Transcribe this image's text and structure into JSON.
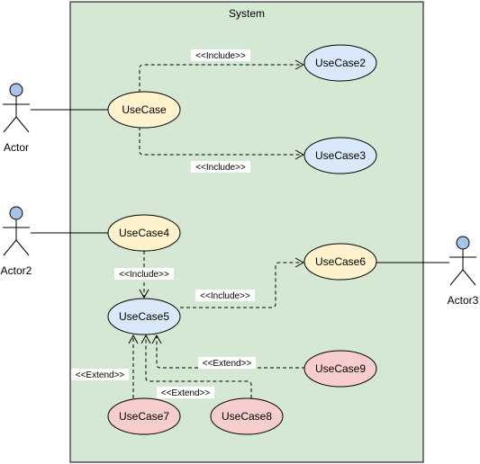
{
  "system": {
    "title": "System",
    "fill": "#d5e8d4",
    "stroke": "#000000"
  },
  "colors": {
    "yellow_fill": "#fff2cc",
    "yellow_stroke": "#000000",
    "blue_fill": "#dae8fc",
    "blue_stroke": "#000000",
    "red_fill": "#f8cecc",
    "red_stroke": "#000000",
    "actor_head": "#a9c4eb"
  },
  "actors": [
    {
      "id": "actor1",
      "label": "Actor"
    },
    {
      "id": "actor2",
      "label": "Actor2"
    },
    {
      "id": "actor3",
      "label": "Actor3"
    }
  ],
  "use_cases": [
    {
      "id": "uc1",
      "label": "UseCase",
      "color": "yellow"
    },
    {
      "id": "uc2",
      "label": "UseCase2",
      "color": "blue"
    },
    {
      "id": "uc3",
      "label": "UseCase3",
      "color": "blue"
    },
    {
      "id": "uc4",
      "label": "UseCase4",
      "color": "yellow"
    },
    {
      "id": "uc5",
      "label": "UseCase5",
      "color": "blue"
    },
    {
      "id": "uc6",
      "label": "UseCase6",
      "color": "yellow"
    },
    {
      "id": "uc7",
      "label": "UseCase7",
      "color": "red"
    },
    {
      "id": "uc8",
      "label": "UseCase8",
      "color": "red"
    },
    {
      "id": "uc9",
      "label": "UseCase9",
      "color": "red"
    }
  ],
  "relations": [
    {
      "id": "r1",
      "from": "uc1",
      "to": "uc2",
      "label": "<<Include>>"
    },
    {
      "id": "r2",
      "from": "uc1",
      "to": "uc3",
      "label": "<<Include>>"
    },
    {
      "id": "r3",
      "from": "uc4",
      "to": "uc5",
      "label": "<<Include>>"
    },
    {
      "id": "r4",
      "from": "uc5",
      "to": "uc6",
      "label": "<<Include>>"
    },
    {
      "id": "r5",
      "from": "uc9",
      "to": "uc5",
      "label": "<<Extend>>"
    },
    {
      "id": "r6",
      "from": "uc8",
      "to": "uc5",
      "label": "<<Extend>>"
    },
    {
      "id": "r7",
      "from": "uc7",
      "to": "uc5",
      "label": "<<Extend>>"
    }
  ],
  "associations": [
    {
      "id": "a1",
      "actor": "actor1",
      "use_case": "uc1"
    },
    {
      "id": "a2",
      "actor": "actor2",
      "use_case": "uc4"
    },
    {
      "id": "a3",
      "actor": "actor3",
      "use_case": "uc6"
    }
  ]
}
